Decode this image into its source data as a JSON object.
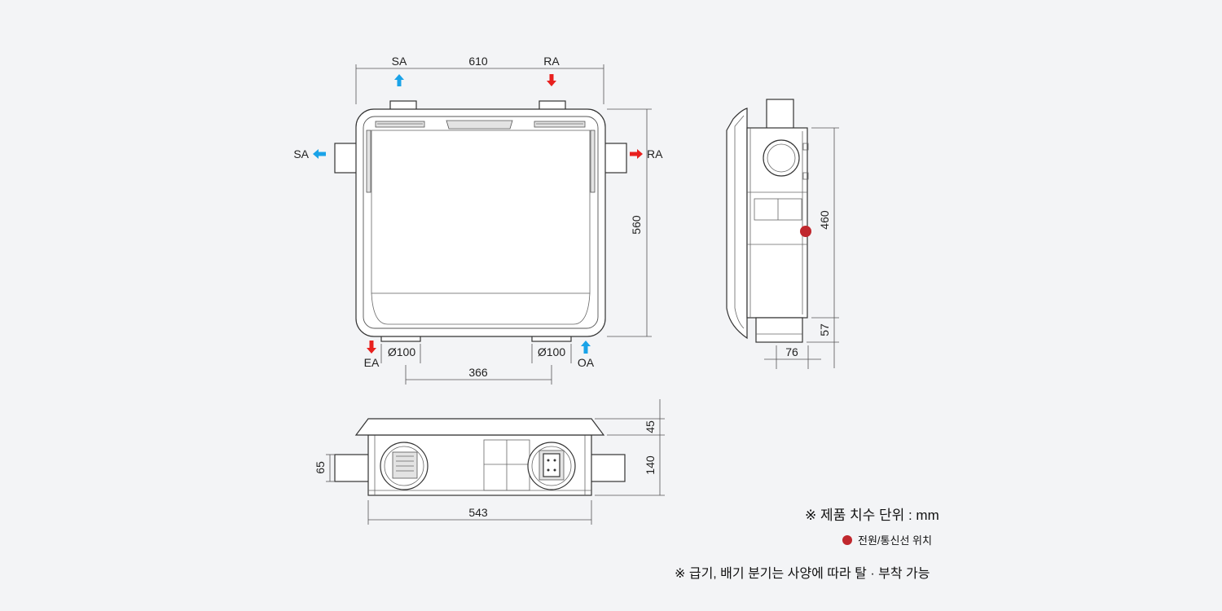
{
  "colors": {
    "supply": "#1aa3e8",
    "return": "#e8201e",
    "power_point": "#c0272d",
    "line": "#333333"
  },
  "top_view": {
    "width_dim": "610",
    "height_dim": "560",
    "pitch_dim": "366",
    "sa_top": "SA",
    "ra_top": "RA",
    "sa_left": "SA",
    "ra_right": "RA",
    "ea_bottom": "EA",
    "oa_bottom": "OA",
    "duct_left": "Ø100",
    "duct_right": "Ø100"
  },
  "side_view": {
    "height_dim": "460",
    "duct_height_dim": "57",
    "duct_width_dim": "76"
  },
  "front_view": {
    "width_dim": "543",
    "flange_dim": "45",
    "body_dim": "140",
    "duct_dim": "65"
  },
  "notes": {
    "unit": "※ 제품 치수 단위 : mm",
    "power": "전원/통신선 위치",
    "branch": "※ 급기, 배기 분기는 사양에 따라 탈 · 부착 가능"
  }
}
